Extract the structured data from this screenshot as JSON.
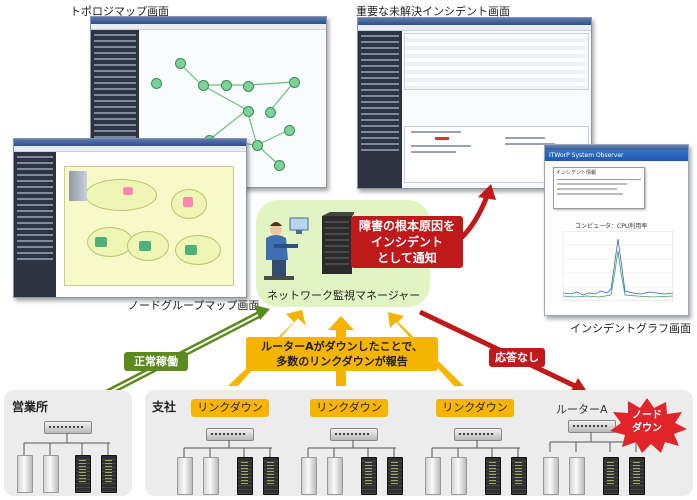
{
  "captions": {
    "topology": "トポロジマップ画面",
    "incident": "重要な未解決インシデント画面",
    "node_group": "ノードグループマップ画面",
    "incident_graph": "インシデントグラフ画面"
  },
  "manager": {
    "label": "ネットワーク監視マネージャー"
  },
  "callouts": {
    "root_cause": "障害の根本原因を\nインシデント\nとして通知",
    "link_down_report": "ルーターAがダウンしたことで、\n多数のリンクダウンが報告"
  },
  "arrows": {
    "normal": "正常稼働",
    "no_response": "応答なし"
  },
  "regions": {
    "sales_office": "営業所",
    "branch": "支社"
  },
  "link_down_label": "リンクダウン",
  "router_label": "ルーターA",
  "node_down": "ノード\nダウン",
  "graph_window": {
    "title": "ITWorP System Observer",
    "chart_title": "コンピュータ：CPU利用率",
    "info_header": "インシデント情報"
  },
  "colors": {
    "green_arrow": "#5c8a1e",
    "red_arrow": "#c0191b",
    "yellow_arrow": "#f5b400",
    "manager_bg": "#e3f4c4",
    "burst": "#e0242a"
  }
}
